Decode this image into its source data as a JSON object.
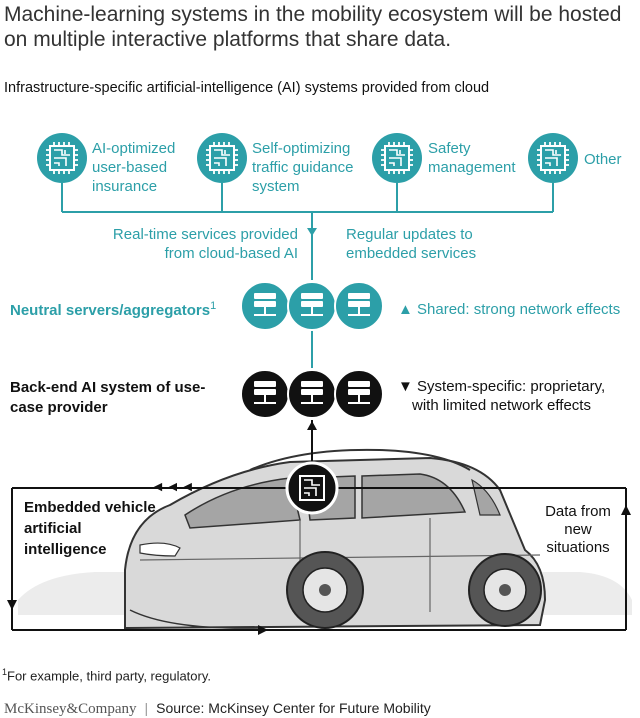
{
  "title": "Machine-learning systems in the mobility ecosystem will be hosted on multiple interactive platforms that share data.",
  "subtitle": "Infrastructure-specific artificial-intelligence (AI) systems provided from cloud",
  "cloud_systems": [
    {
      "label_lines": [
        "AI-optimized",
        "user-based",
        "insurance"
      ],
      "icon": "chip-icon"
    },
    {
      "label_lines": [
        "Self-optimizing",
        "traffic guidance",
        "system"
      ],
      "icon": "chip-icon"
    },
    {
      "label_lines": [
        "Safety",
        "management"
      ],
      "icon": "chip-icon"
    },
    {
      "label_lines": [
        "Other"
      ],
      "icon": "chip-icon"
    }
  ],
  "flow_left_lines": [
    "Real-time services provided",
    "from cloud-based AI"
  ],
  "flow_right_lines": [
    "Regular updates to",
    "embedded services"
  ],
  "neutral": {
    "label": "Neutral servers/aggregators",
    "sup": "1",
    "note_marker": "▲",
    "note": "Shared: strong network effects",
    "icon": "server-icon"
  },
  "backend": {
    "label_lines": [
      "Back-end AI system of use-",
      "case provider"
    ],
    "note_marker": "▼",
    "note_lines": [
      "System-specific: proprietary,",
      "with limited network effects"
    ],
    "icon": "server-icon"
  },
  "embedded": {
    "label_lines": [
      "Embedded vehicle",
      "artificial",
      "intelligence"
    ],
    "arrows": "◄◄◄"
  },
  "data_from": [
    "Data from",
    "new",
    "situations"
  ],
  "footnote_sup": "1",
  "footnote": "For example, third party, regulatory.",
  "footer": {
    "brand": "McKinsey&Company",
    "sep": "|",
    "source": "Source: McKinsey Center for Future Mobility"
  },
  "colors": {
    "teal": "#2c9fa8",
    "dark": "#111111",
    "chip_bg": "#2c9fa8"
  }
}
